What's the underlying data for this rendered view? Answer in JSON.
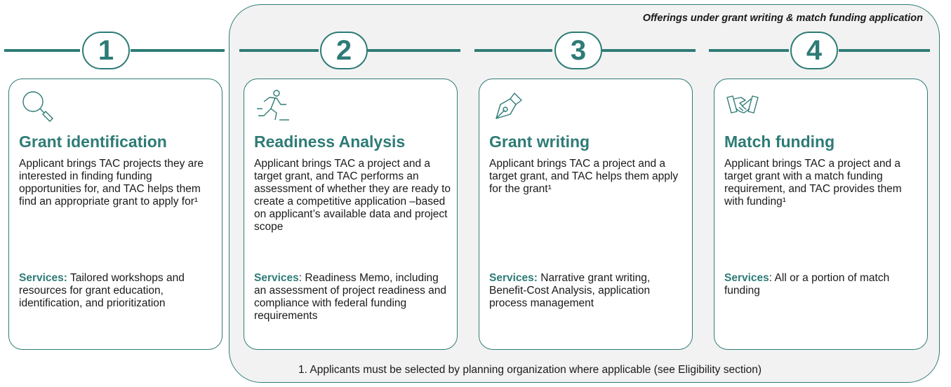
{
  "group_title": "Offerings under grant writing & match funding application",
  "steps": [
    {
      "number": "1",
      "icon": "magnifying-glass-icon",
      "title": "Grant identification",
      "description": "Applicant brings TAC projects they are interested in finding funding opportunities for, and TAC helps them find an appropriate grant to apply for¹",
      "services_label": "Services:",
      "services_text": " Tailored workshops and resources for grant education, identification, and prioritization"
    },
    {
      "number": "2",
      "icon": "running-person-icon",
      "title": "Readiness Analysis",
      "description": "Applicant brings TAC a project and a target grant, and TAC performs an assessment of whether they are ready to create a competitive application –based on applicant’s available data and project scope",
      "services_label": "Services",
      "services_text": ": Readiness Memo, including an assessment of project readiness and compliance with federal funding requirements"
    },
    {
      "number": "3",
      "icon": "pen-nib-icon",
      "title": "Grant writing",
      "description": "Applicant brings TAC a project and a target grant, and TAC helps them apply for the grant¹",
      "services_label": "Services:",
      "services_text": " Narrative grant writing, Benefit-Cost Analysis, application process management"
    },
    {
      "number": "4",
      "icon": "handshake-icon",
      "title": "Match funding",
      "description": "Applicant brings TAC a project and a target grant with a match funding requirement, and TAC provides them with funding¹",
      "services_label": "Services",
      "services_text": ": All or a portion of match funding"
    }
  ],
  "footnote": "1. Applicants must be selected by planning organization where applicable (see Eligibility section)",
  "colors": {
    "accent": "#2e7b76",
    "group_background": "#f2f2f2",
    "text": "#1a1a1a"
  }
}
